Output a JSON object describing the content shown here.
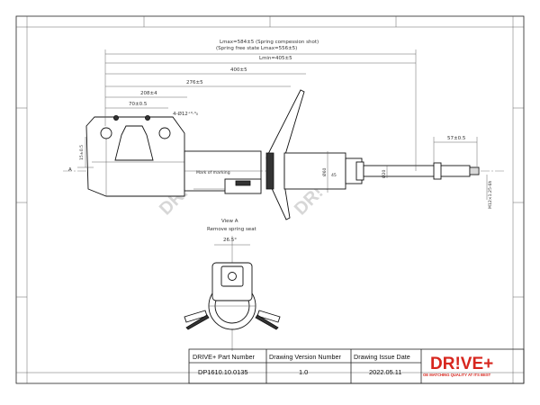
{
  "dimensions": {
    "lmax": "Lmax=584±5 (Spring compession shot)",
    "spring_free": "(Spring free state Lmax=556±5)",
    "lmin": "Lmin=405±5",
    "d400": "400±5",
    "d276": "276±5",
    "d208": "208±4",
    "d70": "70±0.5",
    "holes": "4-Ø12⁺⁰·⁴₀",
    "d57": "57±0.5",
    "d45": "45",
    "d20": "Ø20",
    "d60": "Ø60",
    "thread": "M12×1.25-6h",
    "left_dim": "15±0.5",
    "section_a": "A",
    "view_label": "View A",
    "remove_note": "Remove spring seat",
    "angle": "26.5°",
    "marking": "Mark of marking"
  },
  "watermark": "DR!VE+",
  "title_block": {
    "headers": [
      "DRIVE+ Part Number",
      "Drawing Version  Number",
      "Drawing Issue Date"
    ],
    "values": [
      "DP1610.10.0135",
      "1.0",
      "2022.05.11"
    ]
  },
  "logo": {
    "brand": "DR!VE+",
    "tagline": "OE MATCHING QUALITY AT ITS BEST"
  },
  "colors": {
    "brand_red": "#d7261e",
    "line": "#222222"
  }
}
